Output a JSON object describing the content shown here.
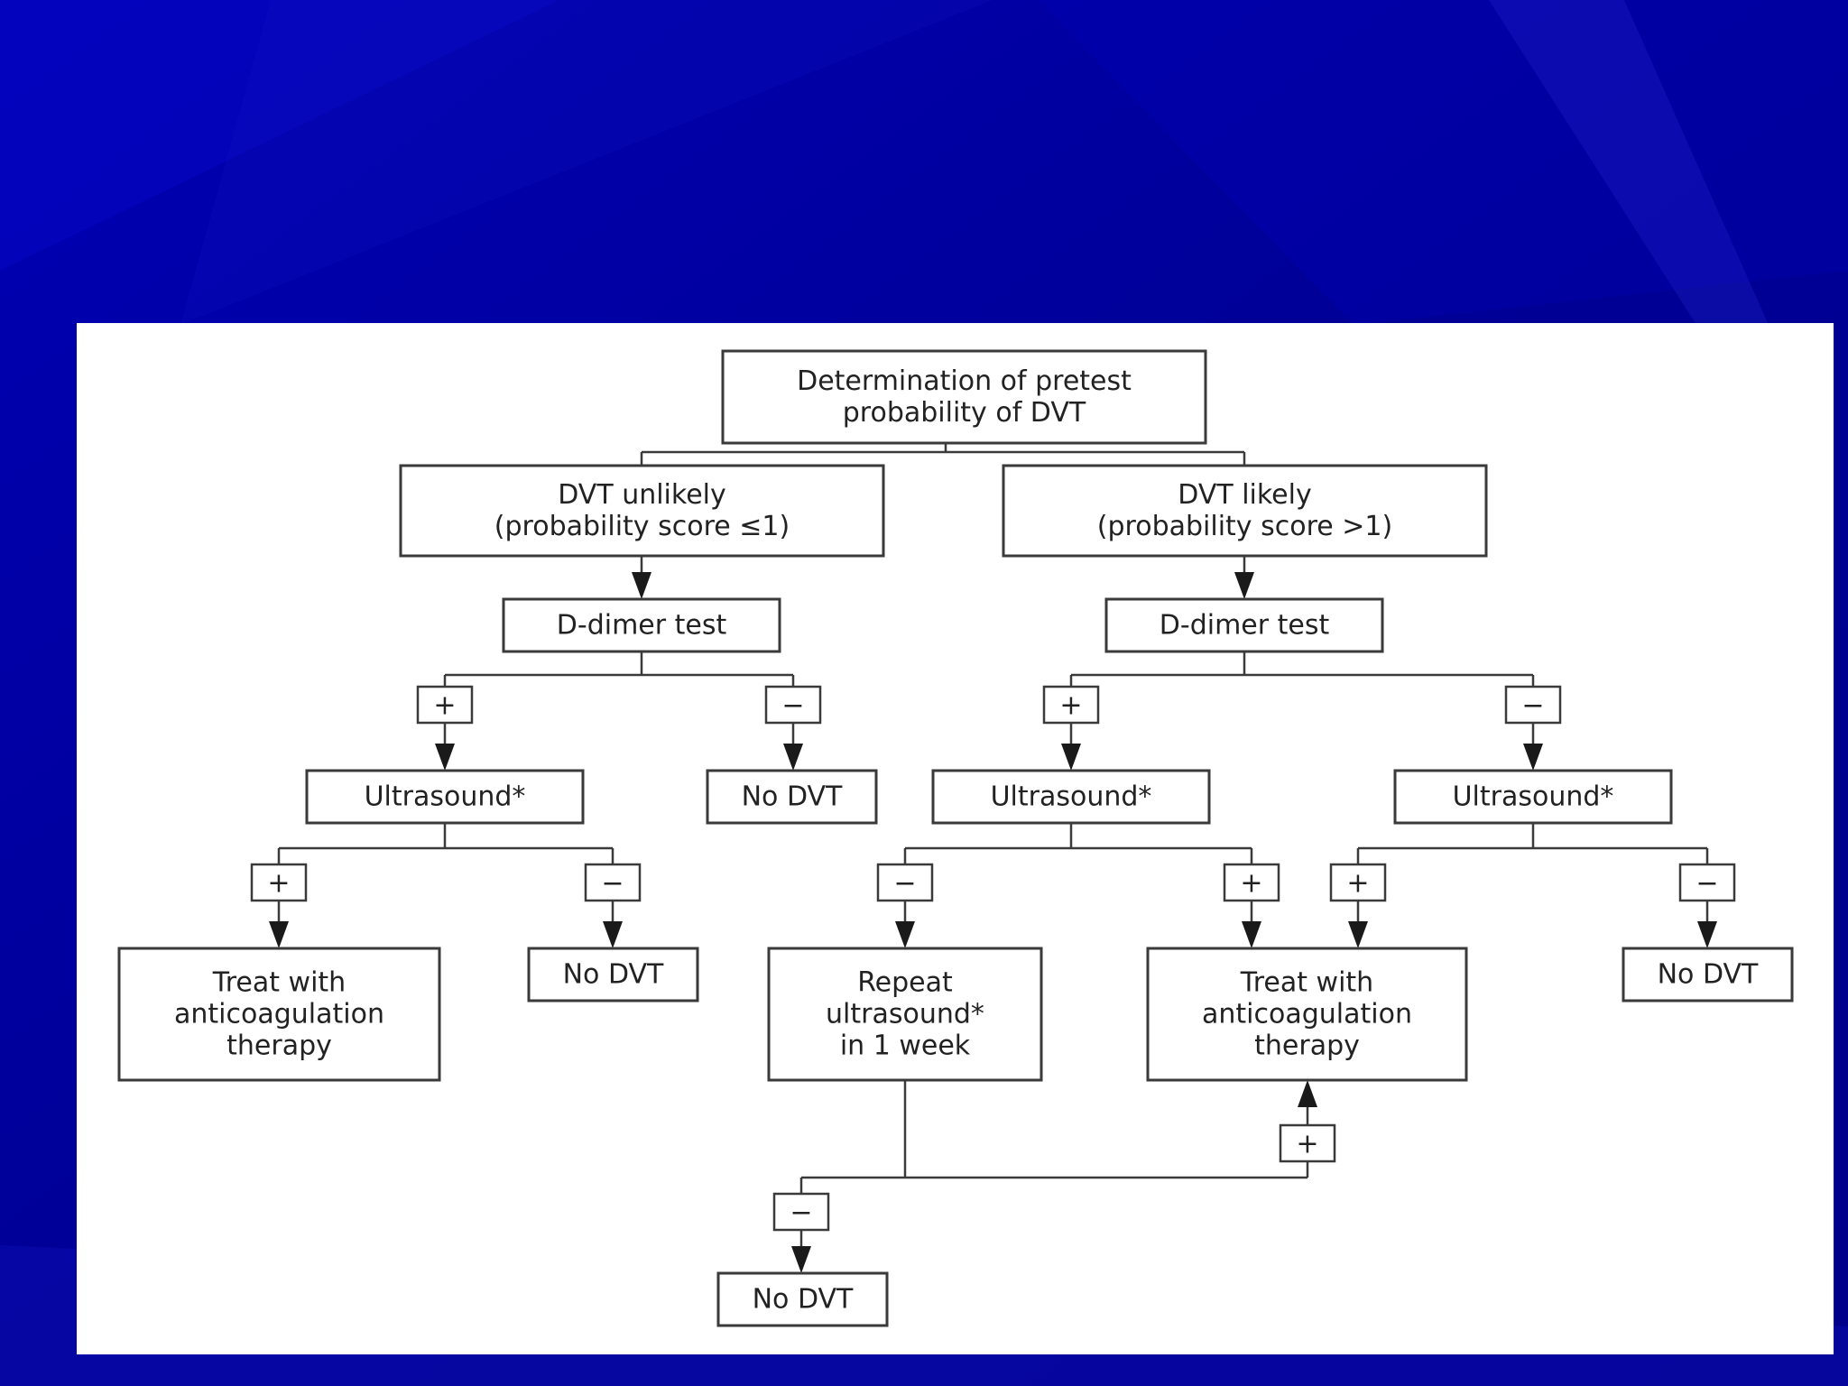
{
  "colors": {
    "background": "#00009a",
    "panel": "#ffffff",
    "stroke": "#3a3a3a",
    "text": "#222222"
  },
  "nodes": {
    "pretest": {
      "lines": [
        "Determination of pretest",
        "probability of DVT"
      ]
    },
    "unlikely": {
      "lines": [
        "DVT unlikely",
        "(probability score ≤1)"
      ]
    },
    "likely": {
      "lines": [
        "DVT likely",
        "(probability score >1)"
      ]
    },
    "ddimer_left": {
      "lines": [
        "D-dimer test"
      ]
    },
    "ddimer_right": {
      "lines": [
        "D-dimer test"
      ]
    },
    "us_left": {
      "lines": [
        "Ultrasound*"
      ]
    },
    "nodvt_left_neg": {
      "lines": [
        "No DVT"
      ]
    },
    "us_mid": {
      "lines": [
        "Ultrasound*"
      ]
    },
    "us_right": {
      "lines": [
        "Ultrasound*"
      ]
    },
    "treat_left": {
      "lines": [
        "Treat with",
        "anticoagulation",
        "therapy"
      ]
    },
    "nodvt_left_us": {
      "lines": [
        "No DVT"
      ]
    },
    "repeat": {
      "lines": [
        "Repeat",
        "ultrasound*",
        "in 1 week"
      ]
    },
    "treat_right": {
      "lines": [
        "Treat with",
        "anticoagulation",
        "therapy"
      ]
    },
    "nodvt_right_us": {
      "lines": [
        "No DVT"
      ]
    },
    "nodvt_bottom": {
      "lines": [
        "No DVT"
      ]
    }
  },
  "signs": {
    "positive": "+",
    "negative": "−"
  },
  "edges": [
    {
      "from": "pretest",
      "to": "unlikely"
    },
    {
      "from": "pretest",
      "to": "likely"
    },
    {
      "from": "unlikely",
      "to": "ddimer_left"
    },
    {
      "from": "likely",
      "to": "ddimer_right"
    },
    {
      "from": "ddimer_left",
      "to": "us_left",
      "result": "positive"
    },
    {
      "from": "ddimer_left",
      "to": "nodvt_left_neg",
      "result": "negative"
    },
    {
      "from": "ddimer_right",
      "to": "us_mid",
      "result": "positive"
    },
    {
      "from": "ddimer_right",
      "to": "us_right",
      "result": "negative"
    },
    {
      "from": "us_left",
      "to": "treat_left",
      "result": "positive"
    },
    {
      "from": "us_left",
      "to": "nodvt_left_us",
      "result": "negative"
    },
    {
      "from": "us_mid",
      "to": "repeat",
      "result": "negative"
    },
    {
      "from": "us_mid",
      "to": "treat_right",
      "result": "positive"
    },
    {
      "from": "us_right",
      "to": "treat_right",
      "result": "positive"
    },
    {
      "from": "us_right",
      "to": "nodvt_right_us",
      "result": "negative"
    },
    {
      "from": "repeat",
      "to": "treat_right",
      "result": "positive"
    },
    {
      "from": "repeat",
      "to": "nodvt_bottom",
      "result": "negative"
    }
  ]
}
